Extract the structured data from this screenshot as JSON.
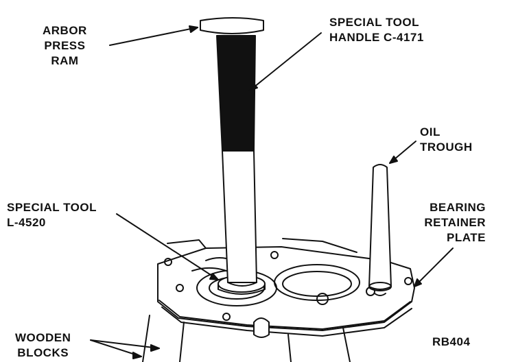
{
  "diagram": {
    "labels": {
      "arbor_press_ram": [
        "ARBOR",
        "PRESS",
        "RAM"
      ],
      "handle": [
        "SPECIAL TOOL",
        "HANDLE C-4171"
      ],
      "oil_trough": [
        "OIL",
        "TROUGH"
      ],
      "special_tool": [
        "SPECIAL TOOL",
        "L-4520"
      ],
      "bearing_retainer_plate": [
        "BEARING",
        "RETAINER",
        "PLATE"
      ],
      "wooden_blocks": [
        "WOODEN",
        "BLOCKS"
      ],
      "figure_id": "RB404"
    },
    "colors": {
      "ink": "#111111",
      "paper": "#ffffff"
    }
  }
}
